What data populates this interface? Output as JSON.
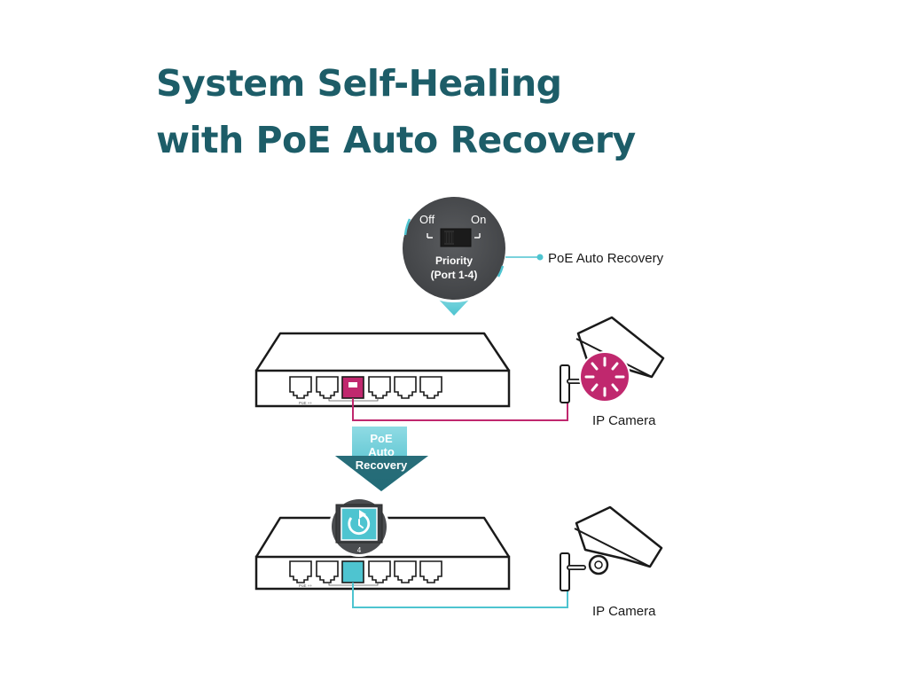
{
  "title": {
    "line1": "System Self-Healing",
    "line2": "with PoE Auto Recovery"
  },
  "callout": {
    "switch_off": "Off",
    "switch_on": "On",
    "switch_name_line1": "Priority",
    "switch_name_line2": "(Port 1-4)",
    "feature_label": "PoE Auto Recovery"
  },
  "arrow": {
    "line1": "PoE",
    "line2": "Auto",
    "line3": "Recovery"
  },
  "top_device": {
    "camera_label": "IP Camera",
    "port_marking": "PoE ++"
  },
  "bottom_device": {
    "camera_label": "IP Camera",
    "port_marking": "PoE ++",
    "port_number": "4"
  },
  "colors": {
    "title": "#1d5d68",
    "teal": "#4ec4d0",
    "magenta": "#c0286e",
    "dark_grey": "#4a4c4f",
    "outline": "#1a1a1a"
  },
  "icons": [
    "switch-icon",
    "ip-camera-icon",
    "restart-icon",
    "loading-spinner-icon",
    "rj45-port-icon"
  ]
}
